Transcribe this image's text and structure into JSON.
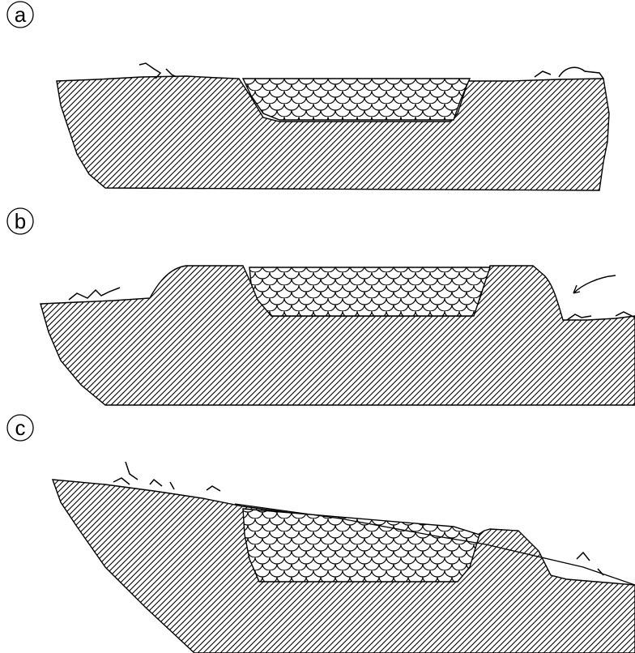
{
  "panels": [
    {
      "id": "a",
      "label": "a"
    },
    {
      "id": "b",
      "label": "b"
    },
    {
      "id": "c",
      "label": "c"
    }
  ],
  "colors": {
    "line": "#000000",
    "background": "#ffffff"
  },
  "patterns": {
    "ground": "diagonal-hatch",
    "fill_material": "fish-scale"
  }
}
